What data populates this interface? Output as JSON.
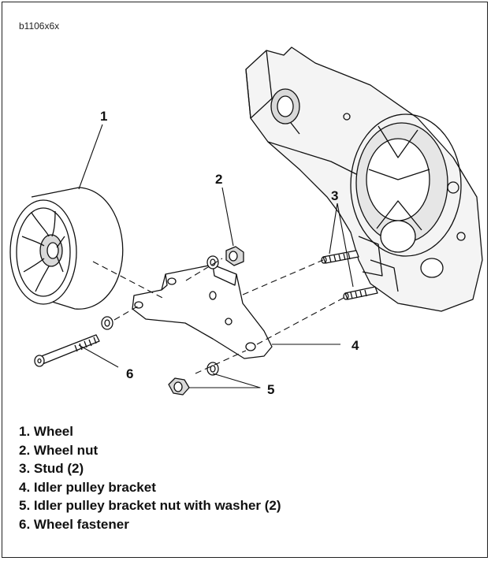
{
  "figure_id": "b1106x6x",
  "callouts": [
    "1",
    "2",
    "3",
    "4",
    "5",
    "6"
  ],
  "legend": [
    "1. Wheel",
    "2. Wheel nut",
    "3. Stud (2)",
    "4. Idler pulley bracket",
    "5. Idler pulley bracket nut with washer (2)",
    "6. Wheel fastener"
  ],
  "colors": {
    "line": "#111111",
    "shade": "#d9d9d9",
    "background": "#ffffff"
  }
}
